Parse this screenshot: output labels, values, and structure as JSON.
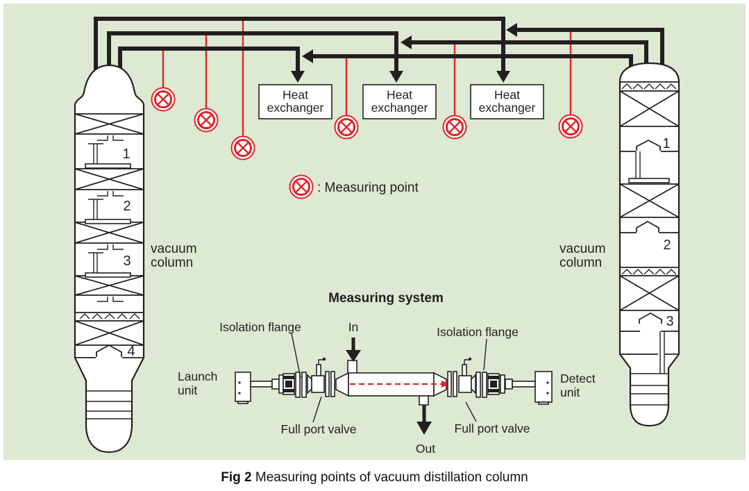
{
  "colors": {
    "panel_bg": "#dde9d2",
    "line": "#231f20",
    "accent_red": "#e32228"
  },
  "heat_exchanger": {
    "line1": "Heat",
    "line2": "exchanger"
  },
  "legend": {
    "text": ": Measuring point"
  },
  "columns": {
    "left": {
      "label_line1": "vacuum",
      "label_line2": "column",
      "tray_numbers": [
        "1",
        "2",
        "3",
        "4"
      ]
    },
    "right": {
      "label_line1": "vacuum",
      "label_line2": "column",
      "tray_numbers": [
        "1",
        "2",
        "3"
      ]
    }
  },
  "measuring_system": {
    "title": "Measuring system",
    "isolation_flange": "Isolation flange",
    "full_port_valve": "Full port valve",
    "launch_unit_line1": "Launch",
    "launch_unit_line2": "unit",
    "detect_unit_line1": "Detect",
    "detect_unit_line2": "unit",
    "in_label": "In",
    "out_label": "Out"
  },
  "caption": {
    "fig": "Fig 2",
    "text": "Measuring points of vacuum distillation column"
  }
}
